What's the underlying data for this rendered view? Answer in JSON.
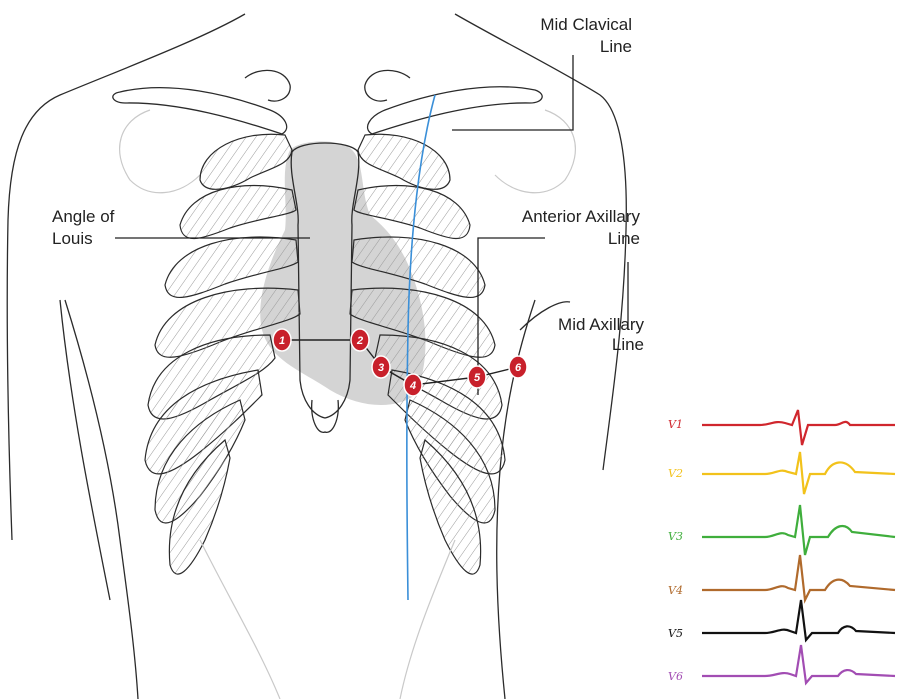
{
  "labels": {
    "mid_clavical_1": "Mid Clavical",
    "mid_clavical_2": "Line",
    "angle_1": "Angle of",
    "angle_2": "Louis",
    "anterior_1": "Anterior Axillary",
    "anterior_2": "Line",
    "mid_axillary_1": "Mid Axillary",
    "mid_axillary_2": "Line"
  },
  "electrodes": [
    {
      "label": "1"
    },
    {
      "label": "2"
    },
    {
      "label": "3"
    },
    {
      "label": "4"
    },
    {
      "label": "5"
    },
    {
      "label": "6"
    }
  ],
  "leads": [
    {
      "label": "V1",
      "color": "#d0262d"
    },
    {
      "label": "V2",
      "color": "#f2c21b"
    },
    {
      "label": "V3",
      "color": "#3fae3c"
    },
    {
      "label": "V4",
      "color": "#b06a2c"
    },
    {
      "label": "V5",
      "color": "#111111"
    },
    {
      "label": "V6",
      "color": "#a24db3"
    }
  ],
  "colors": {
    "electrode_fill": "#c8202b",
    "mid_clavicular_line": "#3a8fd8",
    "heart_fill": "#d4d4d4"
  }
}
